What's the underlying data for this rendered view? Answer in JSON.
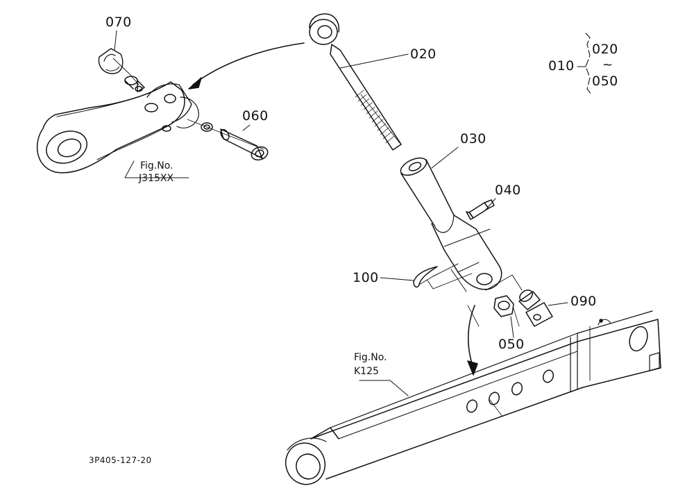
{
  "diagram": {
    "parts": {
      "p010": "010",
      "p020": "020",
      "p030": "030",
      "p040": "040",
      "p050": "050",
      "p060": "060",
      "p070": "070",
      "p090": "090",
      "p100": "100"
    },
    "range_group": {
      "start": "020",
      "sep": "~",
      "end": "050"
    },
    "refs": [
      {
        "prefix": "Fig.No.",
        "code": "J315XX"
      },
      {
        "prefix": "Fig.No.",
        "code": "K125"
      }
    ],
    "drawing_code": "3P405-127-20",
    "colors": {
      "ink": "#111111",
      "paper": "#ffffff"
    }
  }
}
